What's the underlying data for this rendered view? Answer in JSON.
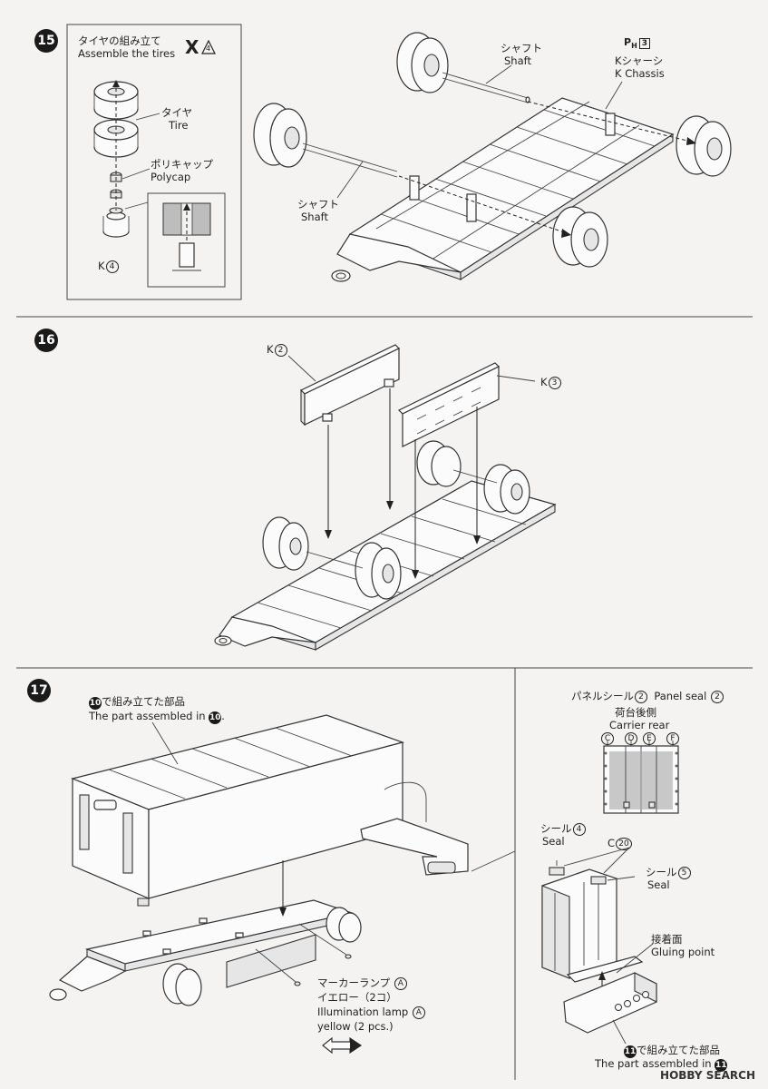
{
  "step15": {
    "num": "15",
    "title_jp": "タイヤの組み立て",
    "title_en": "Assemble the tires",
    "x_mark": "X",
    "x_num": "4",
    "tire_jp": "タイヤ",
    "tire_en": "Tire",
    "polycap_jp": "ポリキャップ",
    "polycap_en": "Polycap",
    "k4": "K",
    "k4_num": "4",
    "shaft_jp": "シャフト",
    "shaft_en": "Shaft",
    "ph": "P",
    "ph_sub": "H",
    "ph_num": "3",
    "kchassis_jp": "Kシャーシ",
    "kchassis_en": "K Chassis",
    "shaft2_jp": "シャフト",
    "shaft2_en": "Shaft"
  },
  "step16": {
    "num": "16",
    "k2": "K",
    "k2_num": "2",
    "k3": "K",
    "k3_num": "3"
  },
  "step17": {
    "num": "17",
    "ref10_num": "10",
    "ref10_jp": "で組み立てた部品",
    "ref10_en": "The part assembled in",
    "ref10_en_num": "10",
    "marker_jp": "マーカーランプ",
    "marker_a": "A",
    "yellow_jp": "イエロー（2コ）",
    "illum_en": "Illumination lamp",
    "illum_a": "A",
    "yellow_en": "yellow (2 pcs.)",
    "panel_seal_jp": "パネルシール",
    "panel_seal_num": "2",
    "panel_seal_en": "Panel seal",
    "panel_seal_en_num": "2",
    "carrier_jp": "荷台後側",
    "carrier_en": "Carrier rear",
    "c": "C",
    "d": "D",
    "e": "E",
    "f": "F",
    "seal4_jp": "シール",
    "seal4_num": "4",
    "seal4_en": "Seal",
    "c20": "C",
    "c20_num": "20",
    "seal5_jp": "シール",
    "seal5_num": "5",
    "seal5_en": "Seal",
    "glue_jp": "接着面",
    "glue_en": "Gluing point",
    "ref11_num": "11",
    "ref11_jp": "で組み立てた部品",
    "ref11_en": "The part assembled in",
    "ref11_en_num": "11"
  },
  "watermark": "HOBBY SEARCH"
}
